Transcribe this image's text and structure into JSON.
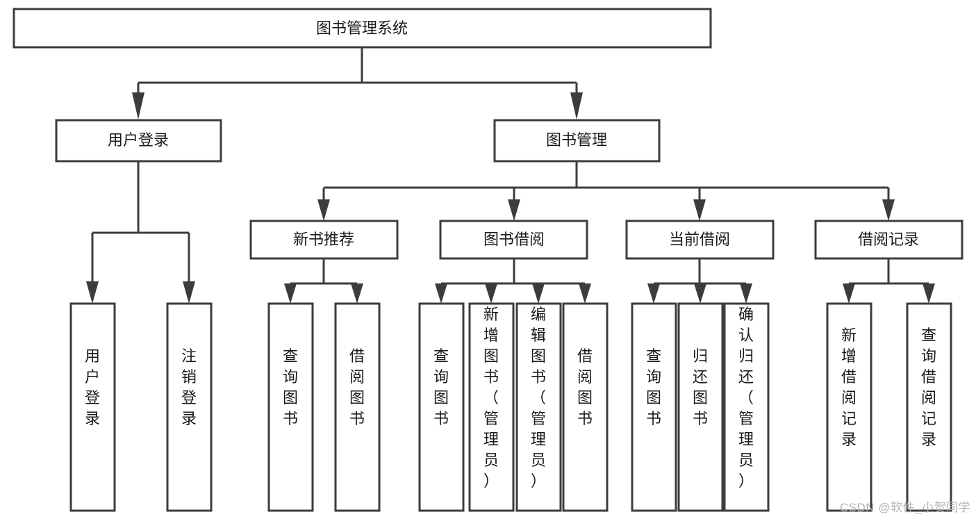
{
  "diagram": {
    "title": "图书管理系统",
    "type": "tree-hierarchy",
    "orientation": "top-down",
    "colors": {
      "box_stroke": "#3c3c3c",
      "box_fill": "#ffffff",
      "connector": "#3c3c3c",
      "text": "#1a1a1a",
      "watermark": "#b4b4b4",
      "background": "#ffffff"
    }
  },
  "root": {
    "label": "图书管理系统"
  },
  "level2": [
    {
      "label": "用户登录"
    },
    {
      "label": "图书管理"
    }
  ],
  "level3": [
    {
      "label": "新书推荐"
    },
    {
      "label": "图书借阅"
    },
    {
      "label": "当前借阅"
    },
    {
      "label": "借阅记录"
    }
  ],
  "leaves": {
    "user_login": [
      {
        "label": "用户登录"
      },
      {
        "label": "注销登录"
      }
    ],
    "new_book_recommend": [
      {
        "label": "查询图书"
      },
      {
        "label": "借阅图书"
      }
    ],
    "book_borrow": [
      {
        "label": "查询图书"
      },
      {
        "label": "新增图书（管理员）"
      },
      {
        "label": "编辑图书（管理员）"
      },
      {
        "label": "借阅图书"
      }
    ],
    "current_borrow": [
      {
        "label": "查询图书"
      },
      {
        "label": "归还图书"
      },
      {
        "label": "确认归还（管理员）"
      }
    ],
    "borrow_record": [
      {
        "label": "新增借阅记录"
      },
      {
        "label": "查询借阅记录"
      }
    ]
  },
  "watermark": {
    "text": "CSDN @软件_小贺同学"
  }
}
